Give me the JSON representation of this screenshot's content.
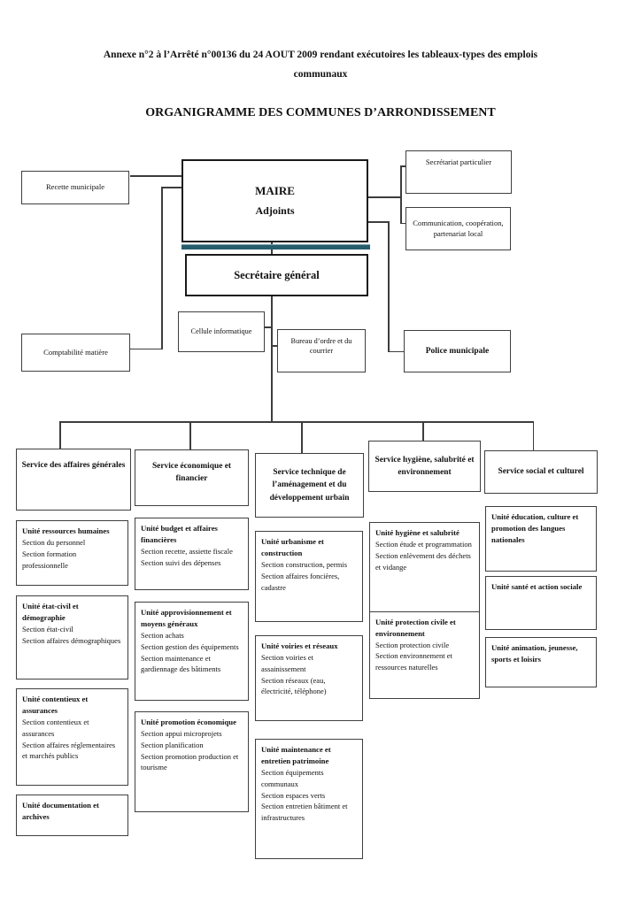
{
  "page": {
    "annexe_line1": "Annexe n°2 à l’Arrêté n°00136 du 24 AOUT 2009 rendant exécutoires les tableaux-types des emplois",
    "annexe_line2": "communaux",
    "title": "ORGANIGRAMME DES COMMUNES D’ARRONDISSEMENT"
  },
  "colors": {
    "maire_shadow": "#265d6c",
    "box_border": "#3f3f3f"
  },
  "top": {
    "recette": "Recette municipale",
    "maire_line1": "MAIRE",
    "maire_line2": "Adjoints",
    "secretariat_particulier": "Secrétariat particulier",
    "communication": "Communication, coopération, partenariat local",
    "secretaire_general": "Secrétaire général",
    "cellule_informatique": "Cellule informatique",
    "bureau_ordre": "Bureau d’ordre et du courrier",
    "comptabilite_matiere": "Comptabilité matière",
    "police_municipale": "Police municipale"
  },
  "services": [
    {
      "label": "Service des affaires générales",
      "units": [
        {
          "title": "Unité ressources humaines",
          "sections": [
            "Section du personnel",
            "Section formation professionnelle"
          ]
        },
        {
          "title": "Unité état-civil et démographie",
          "sections": [
            "Section état-civil",
            "Section affaires démographiques"
          ]
        },
        {
          "title": "Unité contentieux et assurances",
          "sections": [
            "Section contentieux et assurances",
            "Section affaires réglementaires et marchés publics"
          ]
        },
        {
          "title": "Unité documentation et archives",
          "sections": []
        }
      ]
    },
    {
      "label": "Service économique et financier",
      "units": [
        {
          "title": "Unité budget et affaires financières",
          "sections": [
            "Section recette, assiette fiscale",
            "Section suivi des dépenses"
          ]
        },
        {
          "title": "Unité approvisionnement et moyens généraux",
          "sections": [
            "Section achats",
            "Section gestion des équipements",
            "Section maintenance et gardiennage des bâtiments"
          ]
        },
        {
          "title": "Unité promotion économique",
          "sections": [
            "Section appui microprojets",
            "Section planification",
            "Section promotion production et tourisme"
          ]
        }
      ]
    },
    {
      "label": "Service technique de l’aménagement et du développement urbain",
      "units": [
        {
          "title": "Unité urbanisme et construction",
          "sections": [
            "Section construction, permis",
            "Section affaires foncières, cadastre"
          ]
        },
        {
          "title": "Unité voiries et réseaux",
          "sections": [
            "Section voiries et assainissement",
            "Section réseaux (eau, électricité, téléphone)"
          ]
        },
        {
          "title": "Unité maintenance et entretien patrimoine",
          "sections": [
            "Section équipements communaux",
            "Section espaces verts",
            "Section entretien bâtiment et infrastructures"
          ]
        }
      ]
    },
    {
      "label": "Service hygiène, salubrité et environnement",
      "units": [
        {
          "title": "Unité hygiène et salubrité",
          "sections": [
            "Section étude et programmation",
            "Section enlèvement des déchets et vidange"
          ]
        },
        {
          "title": "Unité protection civile et environnement",
          "sections": [
            "Section protection civile",
            "Section environnement et ressources naturelles"
          ]
        }
      ]
    },
    {
      "label": "Service social et culturel",
      "units": [
        {
          "title": "Unité éducation, culture et promotion des langues nationales",
          "sections": []
        },
        {
          "title": "Unité santé et action sociale",
          "sections": []
        },
        {
          "title": "Unité animation, jeunesse, sports et loisirs",
          "sections": []
        }
      ]
    }
  ]
}
